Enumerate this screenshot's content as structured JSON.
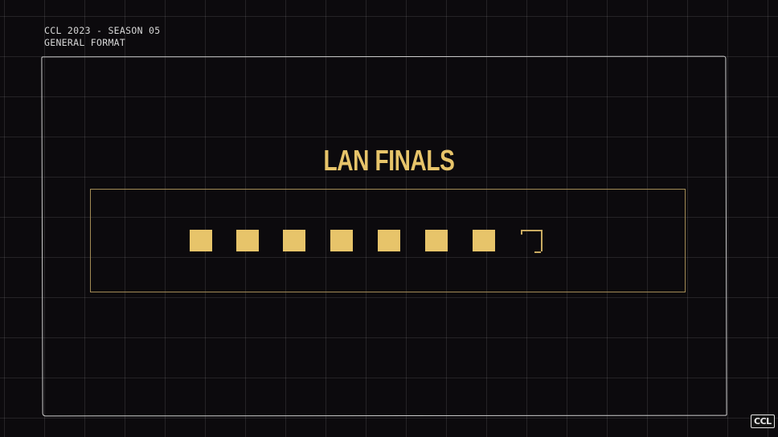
{
  "header": {
    "line1": "CCL 2023 - SEASON 05",
    "line2": "GENERAL FORMAT"
  },
  "main": {
    "title": "LAN FINALS",
    "slots": {
      "filled_count": 7,
      "partial_count": 1,
      "total": 8
    }
  },
  "logo": {
    "text": "CCL"
  },
  "colors": {
    "background": "#0c0a0d",
    "accent_gold": "#e7c46a",
    "box_border": "#a38b55",
    "frame": "#cfcfcf",
    "text": "#d8d8d8"
  }
}
